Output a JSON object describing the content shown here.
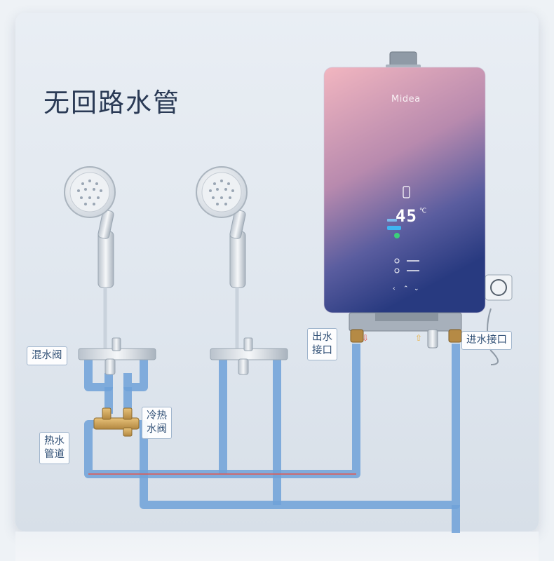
{
  "title": "无回路水管",
  "heater": {
    "brand": "Midea",
    "display_temp": "45",
    "display_unit": "℃"
  },
  "labels": {
    "mixing_valve": "混水阀",
    "outlet": [
      "出水",
      "接口"
    ],
    "inlet": "进水接口",
    "cold_hot_valve": [
      "冷热",
      "水阀"
    ],
    "hot_pipe": [
      "热水",
      "管道"
    ]
  },
  "colors": {
    "pipe_blue": "#6fa1d8",
    "pipe_red": "#e4584f",
    "heater_top": "#e9a9b8",
    "heater_bottom": "#2b3f86",
    "label_text": "#2f4f75"
  }
}
